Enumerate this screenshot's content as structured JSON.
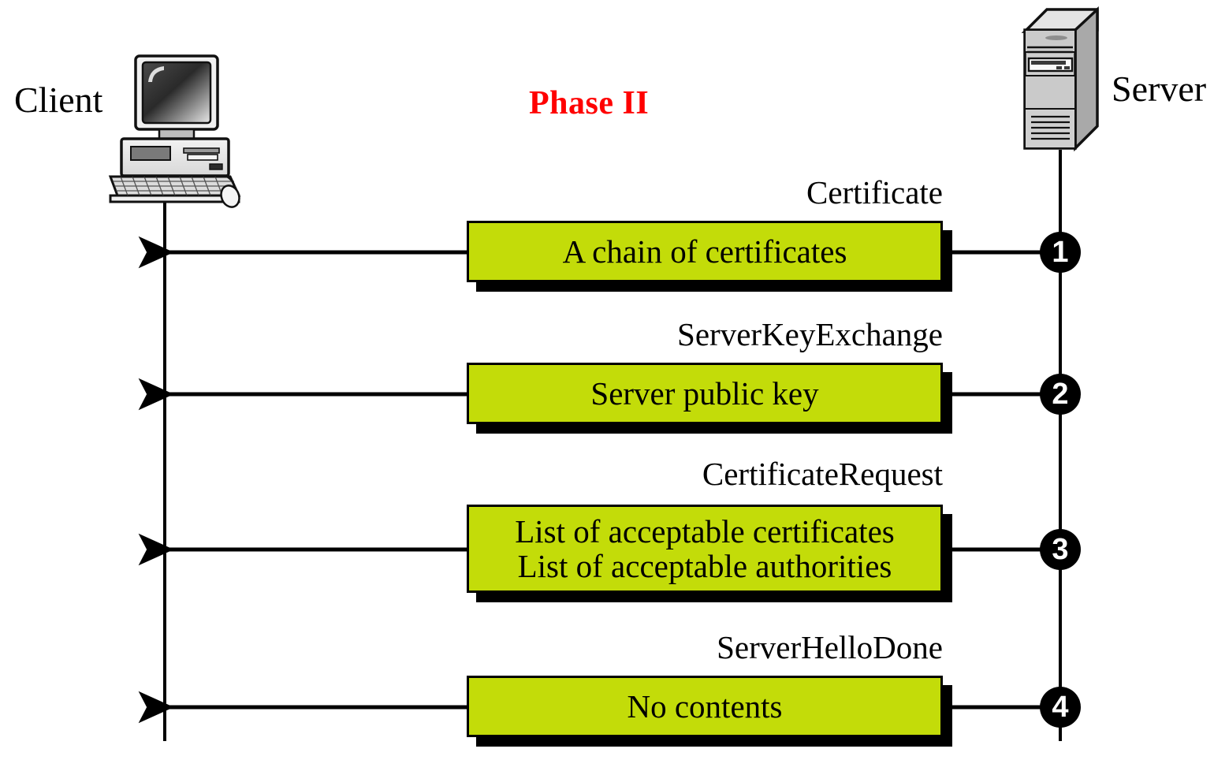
{
  "diagram": {
    "title": "Phase II",
    "title_color": "#FF0000",
    "box_fill": "#C3DC09",
    "line_color": "#000000",
    "actors": {
      "left": {
        "label": "Client",
        "icon": "desktop-computer-icon"
      },
      "right": {
        "label": "Server",
        "icon": "server-tower-icon"
      }
    },
    "messages": [
      {
        "number": "1",
        "label": "Certificate",
        "lines": [
          "A chain of certificates"
        ],
        "direction": "server-to-client"
      },
      {
        "number": "2",
        "label": "ServerKeyExchange",
        "lines": [
          "Server public key"
        ],
        "direction": "server-to-client"
      },
      {
        "number": "3",
        "label": "CertificateRequest",
        "lines": [
          "List of acceptable certificates",
          "List of acceptable authorities"
        ],
        "direction": "server-to-client"
      },
      {
        "number": "4",
        "label": "ServerHelloDone",
        "lines": [
          "No contents"
        ],
        "direction": "server-to-client"
      }
    ]
  }
}
